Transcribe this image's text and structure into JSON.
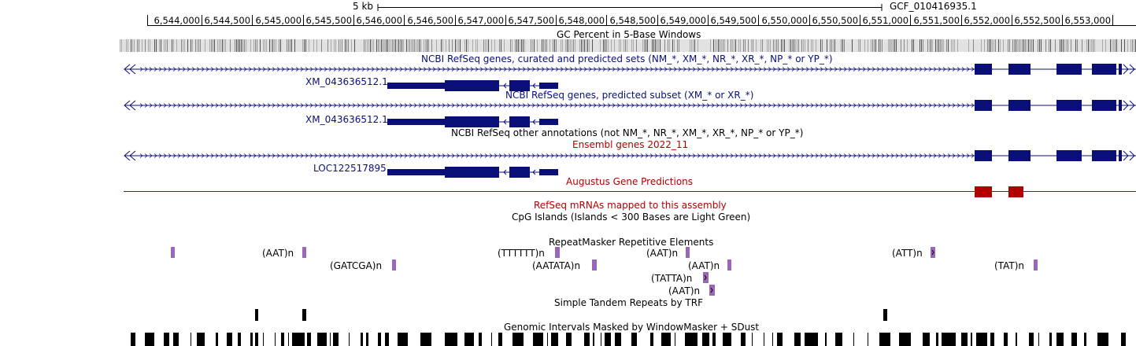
{
  "scale": {
    "label": "5 kb",
    "assembly": "GCF_010416935.1"
  },
  "ruler": {
    "ticks": [
      "6,544,000",
      "6,544,500",
      "6,545,000",
      "6,545,500",
      "6,546,000",
      "6,546,500",
      "6,547,000",
      "6,547,500",
      "6,548,000",
      "6,548,500",
      "6,549,000",
      "6,549,500",
      "6,550,000",
      "6,550,500",
      "6,551,000",
      "6,551,500",
      "6,552,000",
      "6,552,500",
      "6,553,000"
    ]
  },
  "tracks": {
    "gc": {
      "title": "GC Percent in 5-Base Windows"
    },
    "refseq_all": {
      "title": "NCBI RefSeq genes, curated and predicted sets (NM_*, XM_*, NR_*, XR_*, NP_* or YP_*)",
      "item": "XM_043636512.1"
    },
    "refseq_pred": {
      "title": "NCBI RefSeq genes, predicted subset (XM_* or XR_*)",
      "item": "XM_043636512.1"
    },
    "refseq_other": {
      "title": "NCBI RefSeq other annotations (not NM_*, NR_*, XM_*, XR_*, NP_* or YP_*)"
    },
    "ensembl": {
      "title": "Ensembl genes 2022_11",
      "item": "LOC122517895"
    },
    "augustus": {
      "title": "Augustus Gene Predictions"
    },
    "refseq_mrna": {
      "title": "RefSeq mRNAs mapped to this assembly"
    },
    "cpg": {
      "title": "CpG Islands (Islands < 300 Bases are Light Green)"
    },
    "repeatmasker": {
      "title": "RepeatMasker Repetitive Elements",
      "labels": [
        "(AAT)n",
        "(TTTTTT)n",
        "(AAT)n",
        "(ATT)n",
        "(GATCGA)n",
        "(AATATA)n",
        "(AAT)n",
        "(TAT)n",
        "(TATTA)n",
        "(AAT)n"
      ]
    },
    "trf": {
      "title": "Simple Tandem Repeats by TRF"
    },
    "windowmasker": {
      "title": "Genomic Intervals Masked by WindowMasker + SDust"
    }
  },
  "colors": {
    "gene_blue": "#0a0f78",
    "red": "#b00000",
    "repeat_purple": "#9966b8"
  }
}
